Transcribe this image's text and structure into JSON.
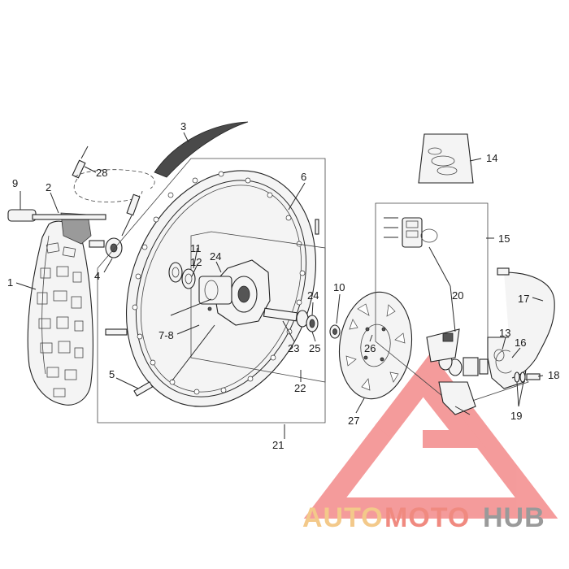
{
  "callouts": [
    {
      "id": "c1",
      "text": "1"
    },
    {
      "id": "c2",
      "text": "2"
    },
    {
      "id": "c3",
      "text": "3"
    },
    {
      "id": "c4",
      "text": "4"
    },
    {
      "id": "c5",
      "text": "5"
    },
    {
      "id": "c6",
      "text": "6"
    },
    {
      "id": "c7-8",
      "text": "7-8"
    },
    {
      "id": "c9",
      "text": "9"
    },
    {
      "id": "c10",
      "text": "10"
    },
    {
      "id": "c11",
      "text": "11"
    },
    {
      "id": "c12",
      "text": "12"
    },
    {
      "id": "c13",
      "text": "13"
    },
    {
      "id": "c14",
      "text": "14"
    },
    {
      "id": "c15",
      "text": "15"
    },
    {
      "id": "c16",
      "text": "16"
    },
    {
      "id": "c17",
      "text": "17"
    },
    {
      "id": "c18",
      "text": "18"
    },
    {
      "id": "c19",
      "text": "19"
    },
    {
      "id": "c20",
      "text": "20"
    },
    {
      "id": "c21",
      "text": "21"
    },
    {
      "id": "c22",
      "text": "22"
    },
    {
      "id": "c23",
      "text": "23"
    },
    {
      "id": "c24a",
      "text": "24"
    },
    {
      "id": "c24b",
      "text": "24"
    },
    {
      "id": "c25",
      "text": "25"
    },
    {
      "id": "c26",
      "text": "26"
    },
    {
      "id": "c27",
      "text": "27"
    },
    {
      "id": "c28",
      "text": "28"
    }
  ],
  "watermark": {
    "part1": "AUTO",
    "part2": "MOTO",
    "part3": "HUB",
    "colors": {
      "auto": "#f3c98a",
      "moto": "#f08a80",
      "hub": "#9a9a9a",
      "triangle": "#ec4a4a"
    }
  }
}
